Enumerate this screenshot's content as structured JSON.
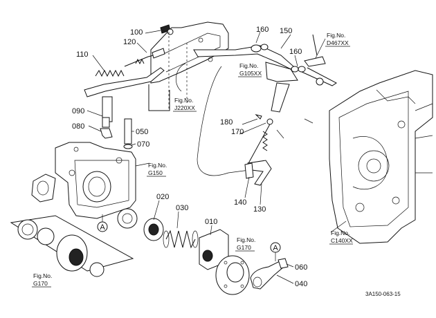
{
  "callouts": {
    "p010": "010",
    "p020": "020",
    "p030": "030",
    "p040": "040",
    "p050": "050",
    "p060": "060",
    "p070": "070",
    "p080": "080",
    "p090": "090",
    "p100": "100",
    "p110": "110",
    "p120": "120",
    "p130": "130",
    "p140": "140",
    "p150": "150",
    "p160a": "160",
    "p160b": "160",
    "p170": "170",
    "p180": "180"
  },
  "figrefs": {
    "d467": {
      "title": "Fig.No.",
      "num": "D467XX"
    },
    "g105": {
      "title": "Fig.No.",
      "num": "G105XX"
    },
    "j220": {
      "title": "Fig.No.",
      "num": "J220XX"
    },
    "g150": {
      "title": "Fig.No.",
      "num": "G150"
    },
    "g170a": {
      "title": "Fig.No.",
      "num": "G170"
    },
    "g170b": {
      "title": "Fig.No.",
      "num": "G170"
    },
    "c140": {
      "title": "Fig.No.",
      "num": "C140XX"
    }
  },
  "markers": {
    "a1": "A",
    "a2": "A"
  },
  "drawing_code": "3A150-063-15"
}
